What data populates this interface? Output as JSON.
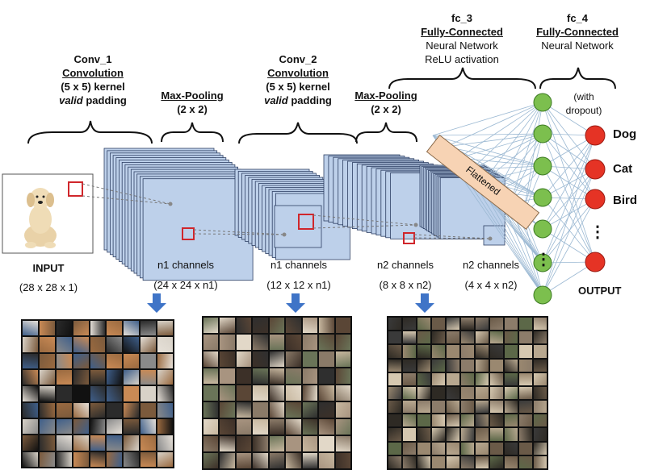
{
  "layers": {
    "conv1": {
      "name": "Conv_1",
      "type": "Convolution",
      "kernel": "(5 x 5) kernel",
      "padding_word": "valid",
      "padding_rest": " padding"
    },
    "pool1": {
      "type": "Max-Pooling",
      "size": "(2 x 2)"
    },
    "conv2": {
      "name": "Conv_2",
      "type": "Convolution",
      "kernel": "(5 x 5) kernel",
      "padding_word": "valid",
      "padding_rest": " padding"
    },
    "pool2": {
      "type": "Max-Pooling",
      "size": "(2 x 2)"
    },
    "fc3": {
      "name": "fc_3",
      "type": "Fully-Connected",
      "desc1": "Neural Network",
      "desc2": "ReLU activation"
    },
    "fc4": {
      "name": "fc_4",
      "type": "Fully-Connected",
      "desc1": "Neural Network"
    }
  },
  "dropout_note": {
    "line1": "(with",
    "line2": "dropout)"
  },
  "flattened_label": "Flattened",
  "input": {
    "title": "INPUT",
    "size": "(28 x 28 x 1)"
  },
  "stages": [
    {
      "channels": "n1 channels",
      "size": "(24 x 24 x n1)"
    },
    {
      "channels": "n1 channels",
      "size": "(12 x 12 x n1)"
    },
    {
      "channels": "n2 channels",
      "size": "(8 x 8 x n2)"
    },
    {
      "channels": "n2 channels",
      "size": "(4 x 4 x n2)"
    }
  ],
  "output": {
    "title": "OUTPUT",
    "classes": [
      "Dog",
      "Cat",
      "Bird"
    ],
    "ellipsis": "⋮"
  },
  "hidden_ellipsis": "⋮",
  "colors": {
    "feature_map": "#bdd0ea",
    "feature_map_edge": "#2d3f63",
    "hidden_node": "#7cbf4e",
    "output_node": "#e53325",
    "flatten_bar": "#f7d3b4",
    "arrow": "#3f74c7",
    "receptive_box": "#d0262b",
    "connection": "#9cb9d3"
  }
}
